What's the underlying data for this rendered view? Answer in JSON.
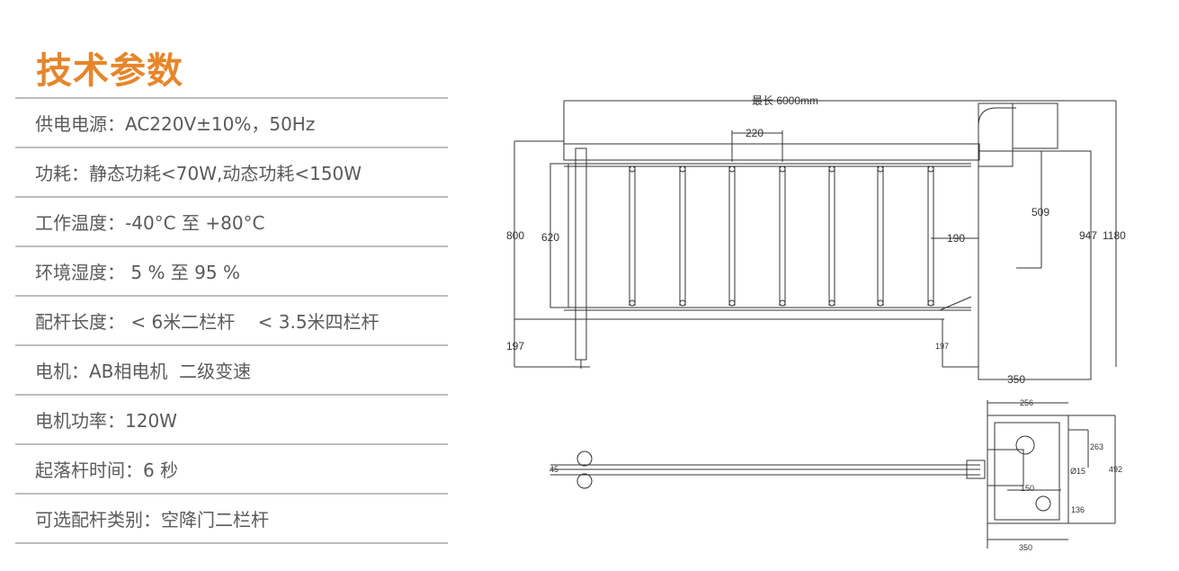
{
  "heading": "技术参数",
  "specs": [
    "供电电源：AC220V±10%，50Hz",
    "功耗：静态功耗<70W,动态功耗<150W",
    "工作温度：-40°C 至 +80°C",
    "环境湿度： 5 % 至 95 %",
    "配杆长度： < 6米二栏杆    < 3.5米四栏杆",
    "电机：AB相电机  二级变速",
    "电机功率：120W",
    "起落杆时间：6 秒",
    "可选配杆类别：空降门二栏杆"
  ],
  "drawing": {
    "max_length": "最长 6000mm",
    "dim_220": "220",
    "dim_800": "800",
    "dim_620": "620",
    "dim_509": "509",
    "dim_190": "190",
    "dim_947": "947",
    "dim_1180": "1180",
    "dim_197_left": "197",
    "dim_197_right": "197",
    "dim_350_top": "350",
    "dim_256": "256",
    "dim_263": "263",
    "dim_492": "492",
    "dim_d15": "Ø15",
    "dim_150": "150",
    "dim_136": "136",
    "dim_45": "45",
    "dim_350_bottom": "350"
  }
}
